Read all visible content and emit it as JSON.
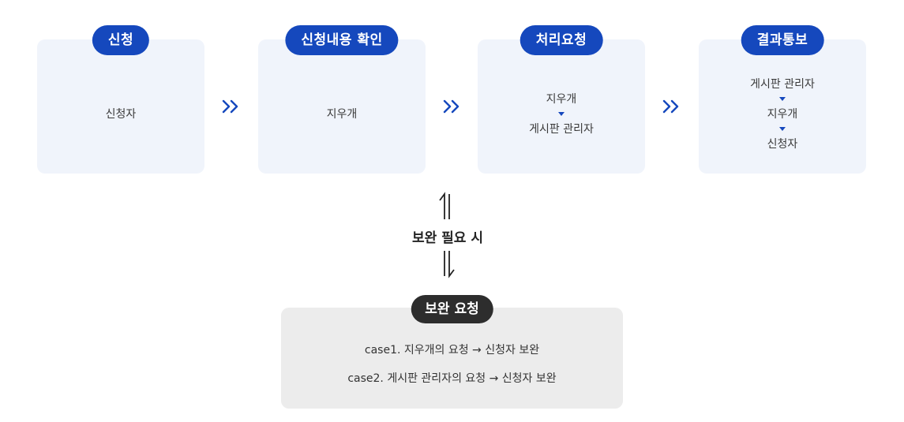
{
  "steps": [
    {
      "title": "신청",
      "lines": [
        "신청자"
      ]
    },
    {
      "title": "신청내용 확인",
      "lines": [
        "지우개"
      ]
    },
    {
      "title": "처리요청",
      "lines": [
        "지우개",
        "게시판 관리자"
      ]
    },
    {
      "title": "결과통보",
      "lines": [
        "게시판 관리자",
        "지우개",
        "신청자"
      ]
    }
  ],
  "middle_label": "보완 필요 시",
  "supplement": {
    "title": "보완 요청",
    "cases": [
      "case1. 지우개의 요청 → 신청자 보완",
      "case2. 게시판 관리자의 요청 → 신청자 보완"
    ]
  },
  "colors": {
    "accent": "#1548bd",
    "step_bg": "#f0f4fb",
    "supplement_bg": "#ececec",
    "supplement_badge": "#2d2d2d"
  },
  "icons": {
    "flow_arrow": "double-chevron-right-icon",
    "line_separator": "triangle-down-icon",
    "up_arrow": "up-arrow-icon",
    "down_arrow": "down-arrow-icon"
  }
}
